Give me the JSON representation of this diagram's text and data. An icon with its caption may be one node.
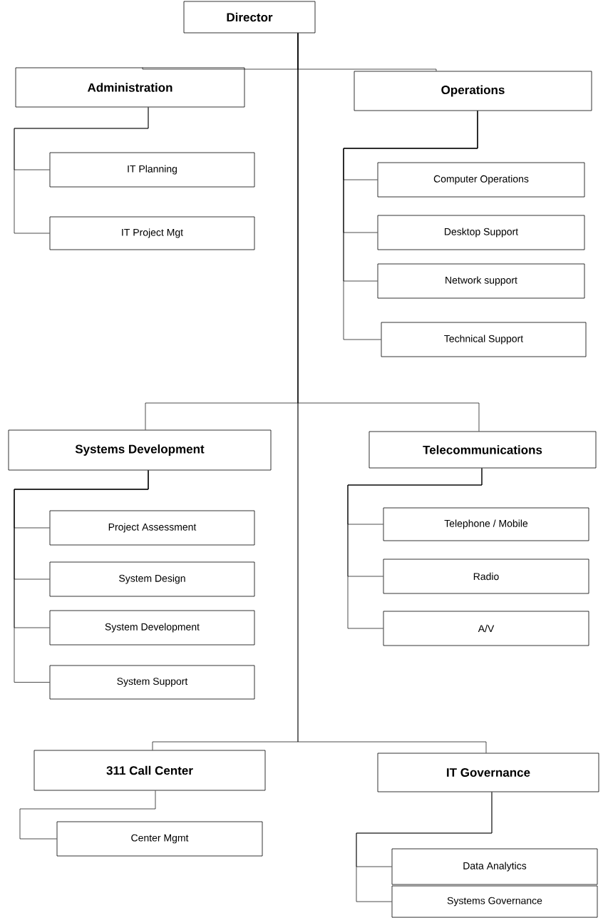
{
  "diagram": {
    "nodes": [
      {
        "text": [
          "Director"
        ]
      },
      {
        "text": [
          "Administration"
        ]
      },
      {
        "text": [
          "Operations"
        ]
      },
      {
        "text": [
          "IT Planning"
        ]
      },
      {
        "text": [
          "IT Project Mgt"
        ]
      },
      {
        "text": [
          "Computer Operations"
        ]
      },
      {
        "text": [
          "Desktop Support"
        ]
      },
      {
        "text": [
          "Network support"
        ]
      },
      {
        "text": [
          "Technical Support"
        ]
      },
      {
        "text": [
          "Systems Development"
        ]
      },
      {
        "text": [
          "Telecommunications"
        ]
      },
      {
        "text": [
          "Project Assessment"
        ]
      },
      {
        "text": [
          "System Design"
        ]
      },
      {
        "text": [
          "System Development"
        ]
      },
      {
        "text": [
          "System Support"
        ]
      },
      {
        "text": [
          "Telephone / Mobile"
        ]
      },
      {
        "text": [
          "Radio"
        ]
      },
      {
        "text": [
          "A/V"
        ]
      },
      {
        "text": [
          "311 Call Center"
        ]
      },
      {
        "text": [
          "IT Governance"
        ]
      },
      {
        "text": [
          "Center Mgmt"
        ]
      },
      {
        "text": [
          "Data Analytics"
        ]
      },
      {
        "text": [
          "Systems Governance"
        ]
      }
    ],
    "edges": [
      {
        "from": 0,
        "to": 1,
        "arrow": "none"
      },
      {
        "from": 0,
        "to": 2,
        "arrow": "none"
      },
      {
        "from": 1,
        "to": 3,
        "arrow": "none"
      },
      {
        "from": 1,
        "to": 4,
        "arrow": "none"
      },
      {
        "from": 2,
        "to": 5,
        "arrow": "none"
      },
      {
        "from": 2,
        "to": 6,
        "arrow": "none"
      },
      {
        "from": 2,
        "to": 7,
        "arrow": "none"
      },
      {
        "from": 2,
        "to": 8,
        "arrow": "none"
      },
      {
        "from": 0,
        "to": 9,
        "arrow": "none"
      },
      {
        "from": 0,
        "to": 10,
        "arrow": "none"
      },
      {
        "from": 9,
        "to": 11,
        "arrow": "none"
      },
      {
        "from": 9,
        "to": 12,
        "arrow": "none"
      },
      {
        "from": 9,
        "to": 13,
        "arrow": "none"
      },
      {
        "from": 9,
        "to": 14,
        "arrow": "none"
      },
      {
        "from": 10,
        "to": 15,
        "arrow": "none"
      },
      {
        "from": 10,
        "to": 16,
        "arrow": "none"
      },
      {
        "from": 10,
        "to": 17,
        "arrow": "none"
      },
      {
        "from": 0,
        "to": 18,
        "arrow": "none"
      },
      {
        "from": 0,
        "to": 19,
        "arrow": "none"
      },
      {
        "from": 18,
        "to": 20,
        "arrow": "none"
      },
      {
        "from": 19,
        "to": 21,
        "arrow": "none"
      },
      {
        "from": 19,
        "to": 22,
        "arrow": "none"
      }
    ]
  }
}
